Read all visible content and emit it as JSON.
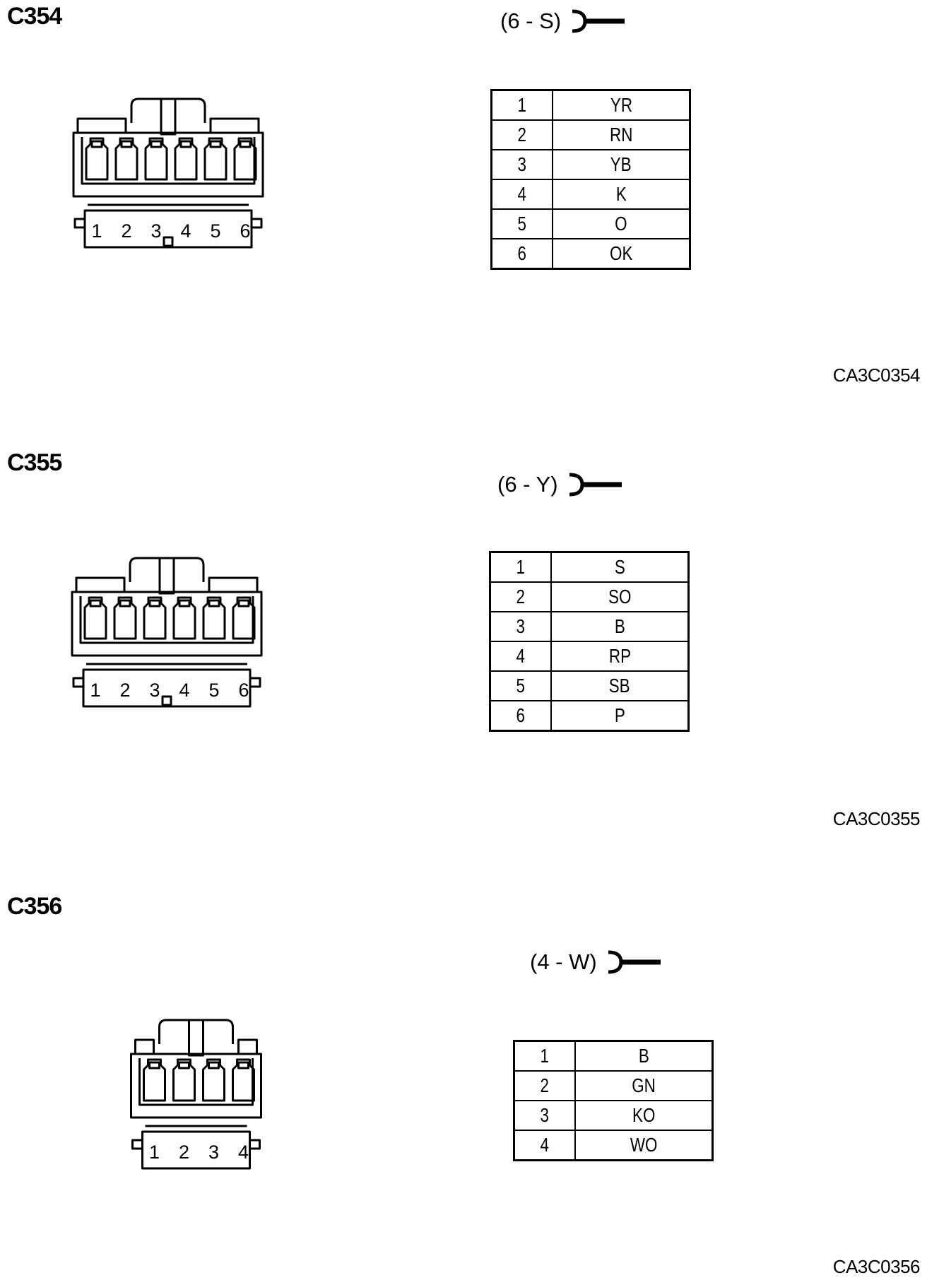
{
  "connectors": [
    {
      "id": "C354",
      "spec": "(6 - S)",
      "code": "CA3C0354",
      "terminal_labels": [
        "1",
        "2",
        "3",
        "4",
        "5",
        "6"
      ],
      "pins": [
        {
          "pin": "1",
          "wire": "YR"
        },
        {
          "pin": "2",
          "wire": "RN"
        },
        {
          "pin": "3",
          "wire": "YB"
        },
        {
          "pin": "4",
          "wire": "K"
        },
        {
          "pin": "5",
          "wire": "O"
        },
        {
          "pin": "6",
          "wire": "OK"
        }
      ]
    },
    {
      "id": "C355",
      "spec": "(6 - Y)",
      "code": "CA3C0355",
      "terminal_labels": [
        "1",
        "2",
        "3",
        "4",
        "5",
        "6"
      ],
      "pins": [
        {
          "pin": "1",
          "wire": "S"
        },
        {
          "pin": "2",
          "wire": "SO"
        },
        {
          "pin": "3",
          "wire": "B"
        },
        {
          "pin": "4",
          "wire": "RP"
        },
        {
          "pin": "5",
          "wire": "SB"
        },
        {
          "pin": "6",
          "wire": "P"
        }
      ]
    },
    {
      "id": "C356",
      "spec": "(4 - W)",
      "code": "CA3C0356",
      "terminal_labels": [
        "1",
        "2",
        "3",
        "4"
      ],
      "pins": [
        {
          "pin": "1",
          "wire": "B"
        },
        {
          "pin": "2",
          "wire": "GN"
        },
        {
          "pin": "3",
          "wire": "KO"
        },
        {
          "pin": "4",
          "wire": "WO"
        }
      ]
    }
  ],
  "icons": {
    "harness": "wire-harness-icon",
    "connector": "connector-face-icon"
  }
}
